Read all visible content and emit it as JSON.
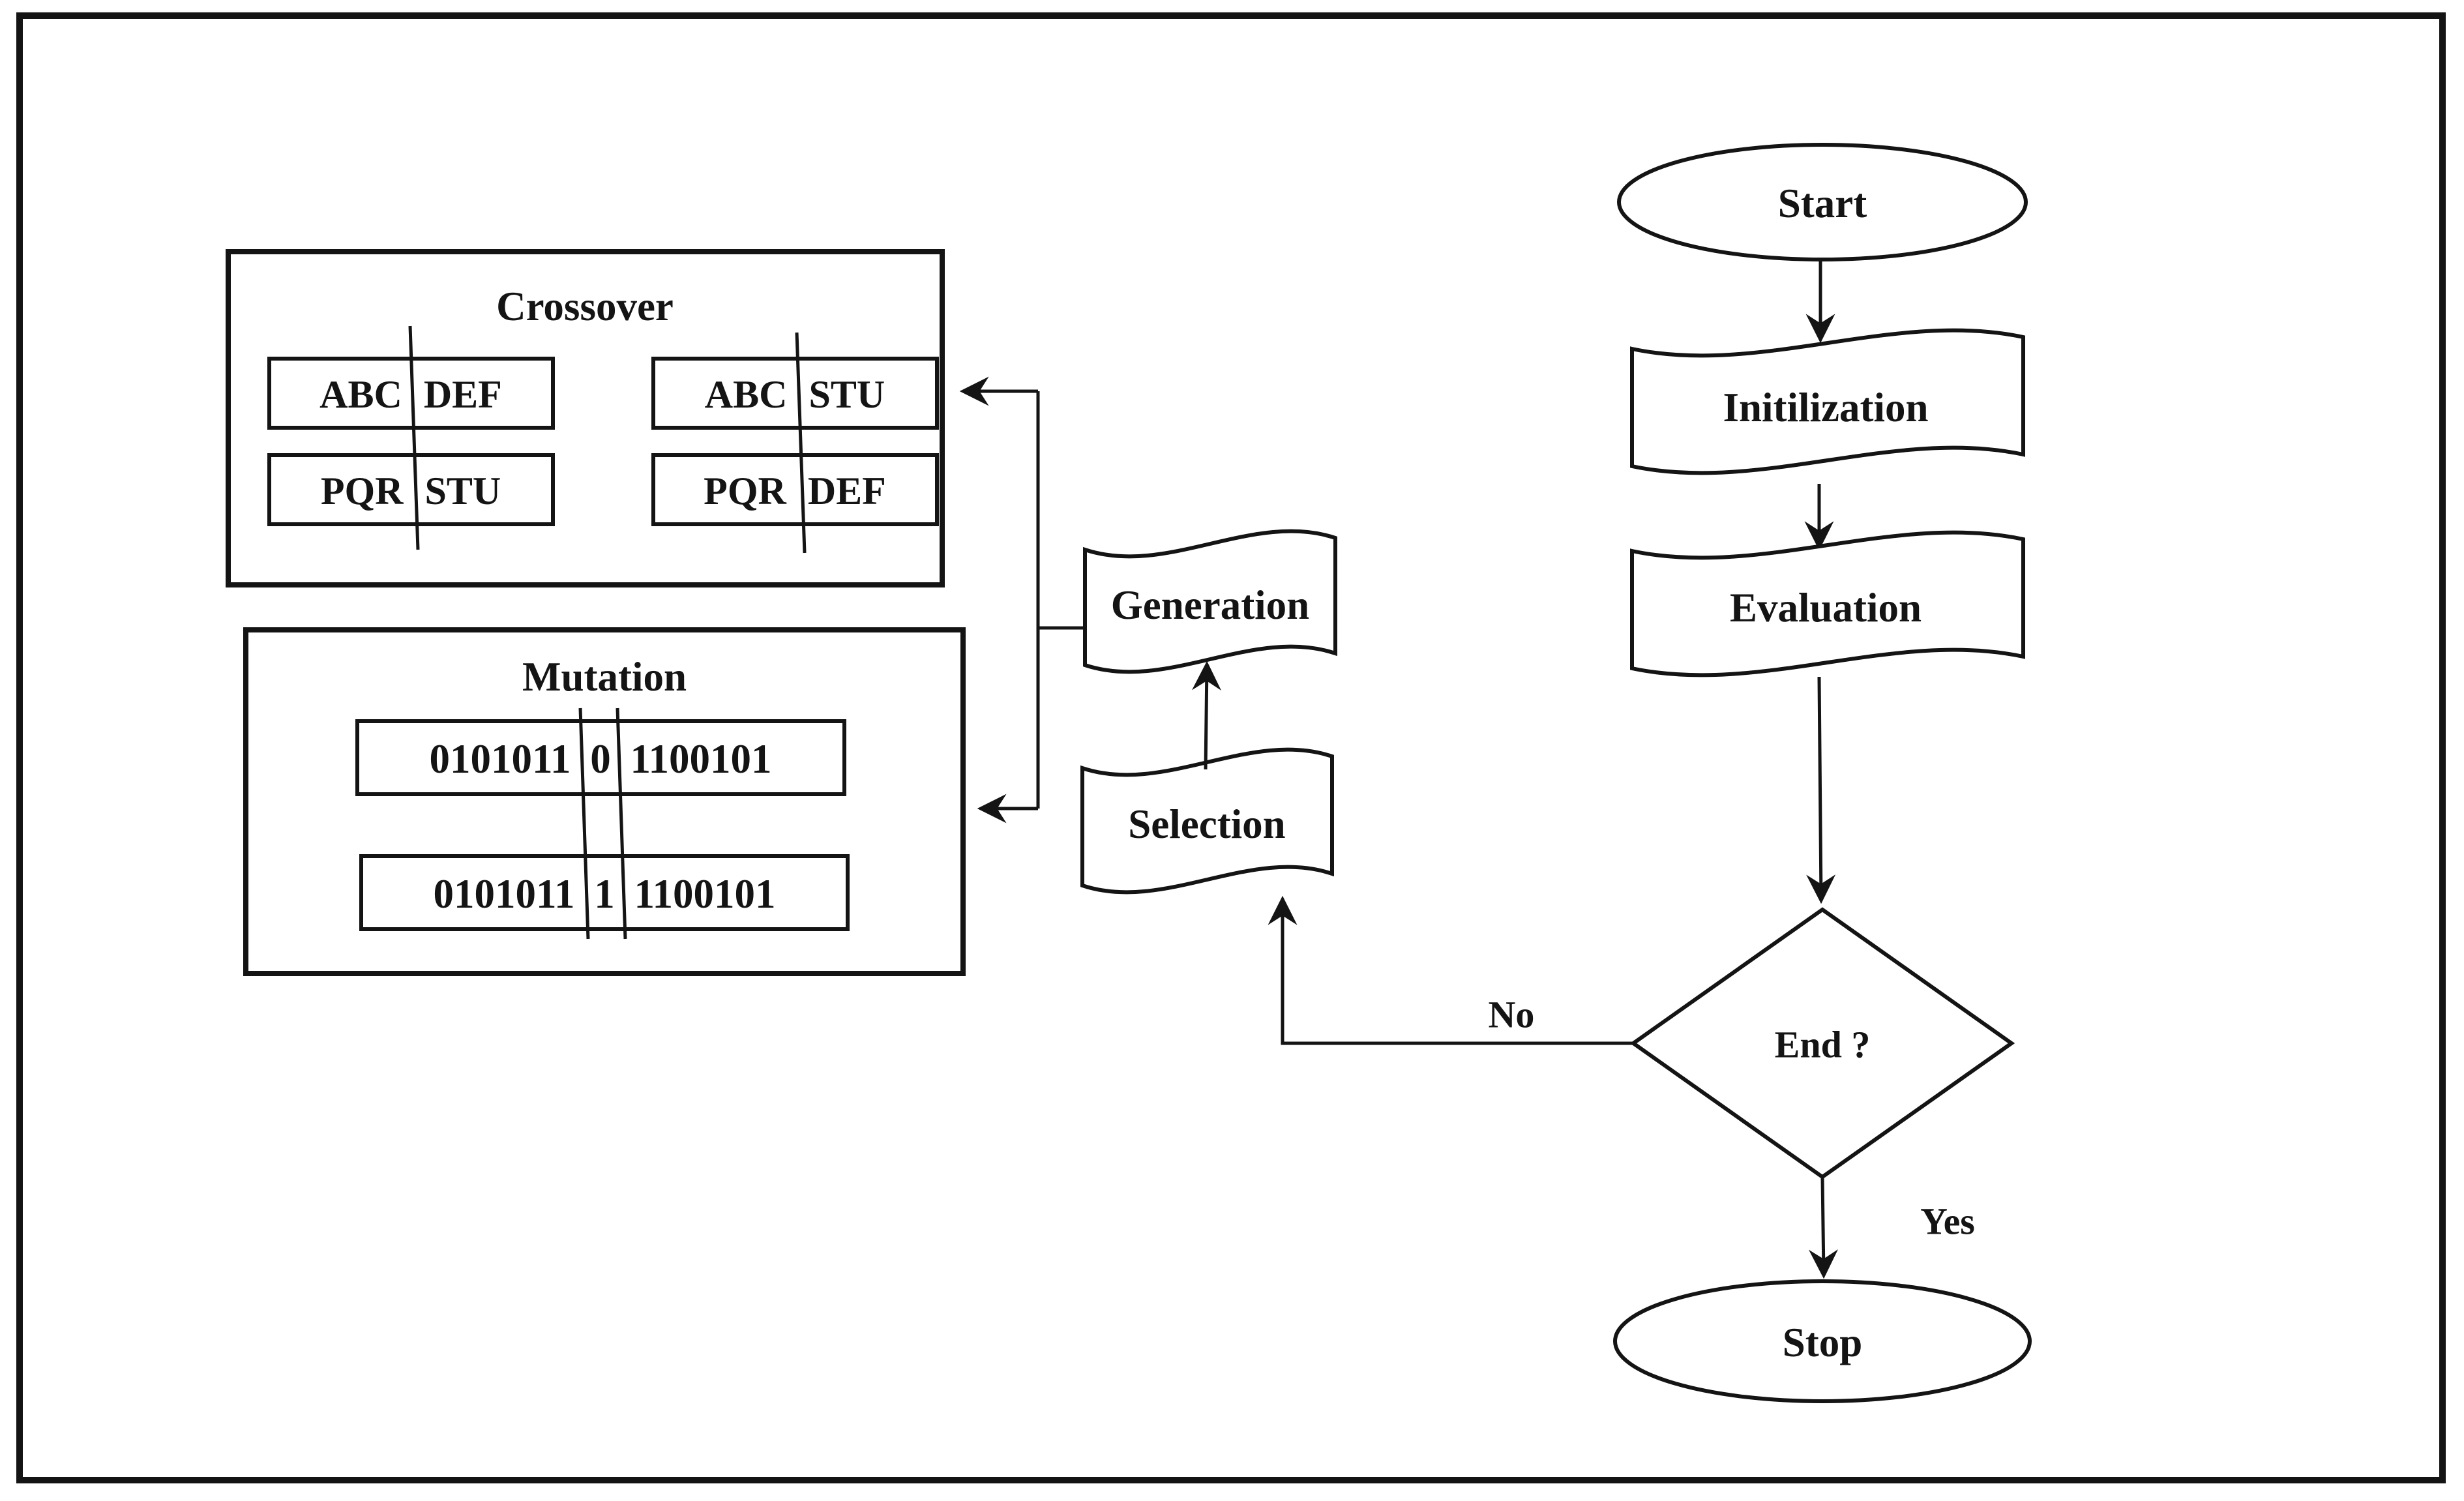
{
  "diagram": {
    "type": "flowchart",
    "topic": "Genetic algorithm flow",
    "colors": {
      "ink": "#141414",
      "background": "#ffffff"
    },
    "nodes": {
      "start": {
        "label": "Start"
      },
      "initialization": {
        "label": "Initilization"
      },
      "evaluation": {
        "label": "Evaluation"
      },
      "decision": {
        "label": "End ?"
      },
      "stop": {
        "label": "Stop"
      },
      "generation": {
        "label": "Generation"
      },
      "selection": {
        "label": "Selection"
      }
    },
    "edge_labels": {
      "yes": "Yes",
      "no": "No"
    },
    "crossover": {
      "title": "Crossover",
      "parent_pair": [
        "ABC DEF",
        "PQR STU"
      ],
      "child_pair": [
        "ABC STU",
        "PQR DEF"
      ]
    },
    "mutation": {
      "title": "Mutation",
      "before": "0101011 0 1100101",
      "after": "0101011 1 1100101"
    }
  }
}
